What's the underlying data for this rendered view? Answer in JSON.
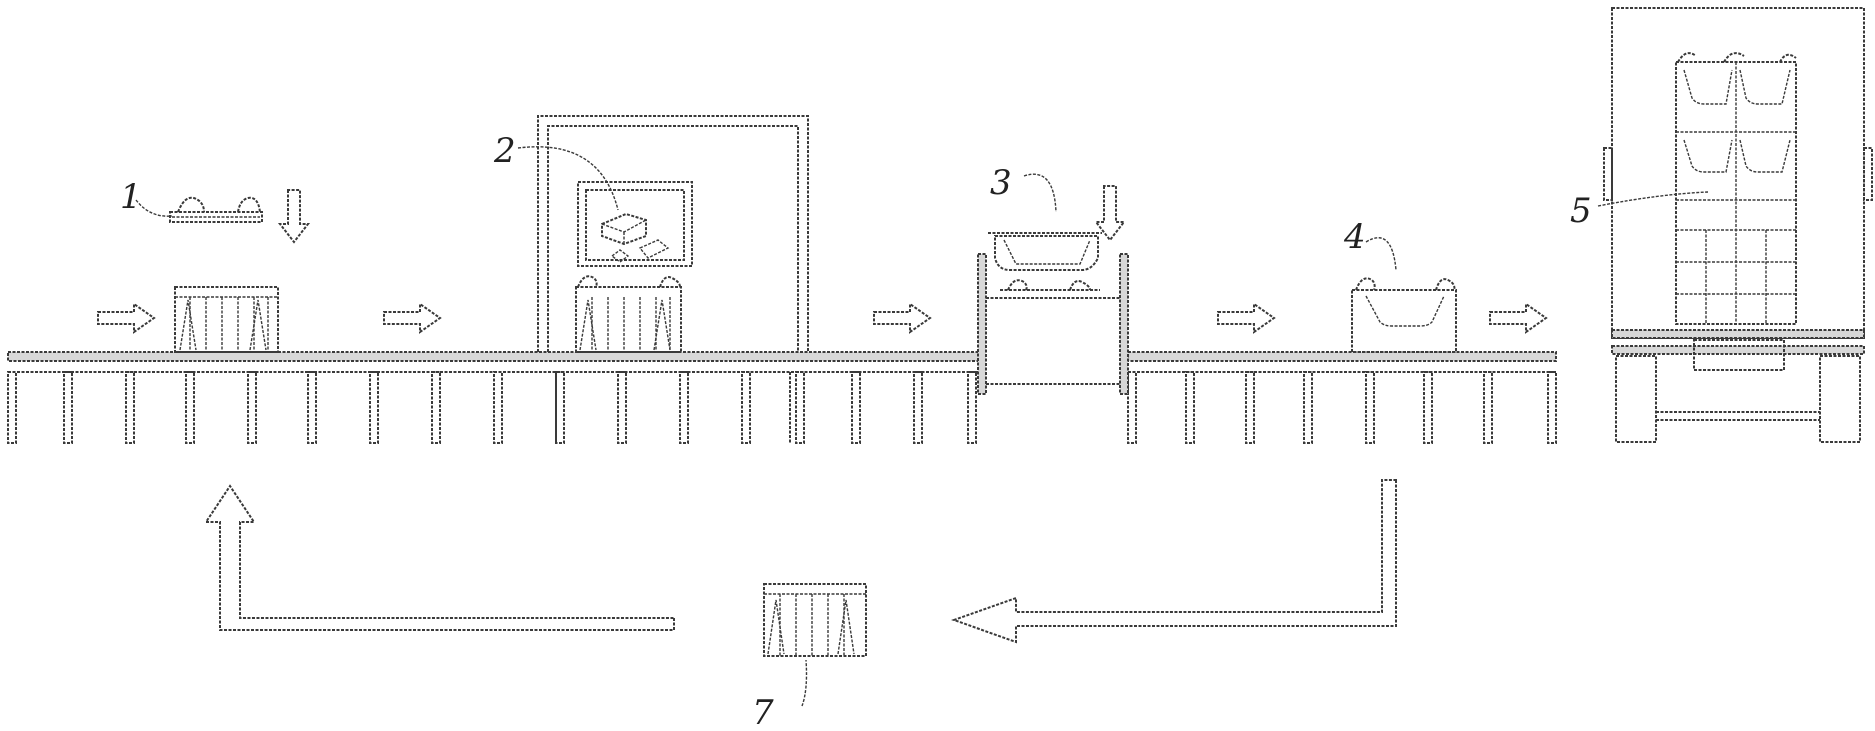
{
  "labels": {
    "l1": "1",
    "l2": "2",
    "l3": "3",
    "l4": "4",
    "l5": "5",
    "l7": "7"
  },
  "colors": {
    "line": "#3a3a3a",
    "background": "#ffffff"
  }
}
